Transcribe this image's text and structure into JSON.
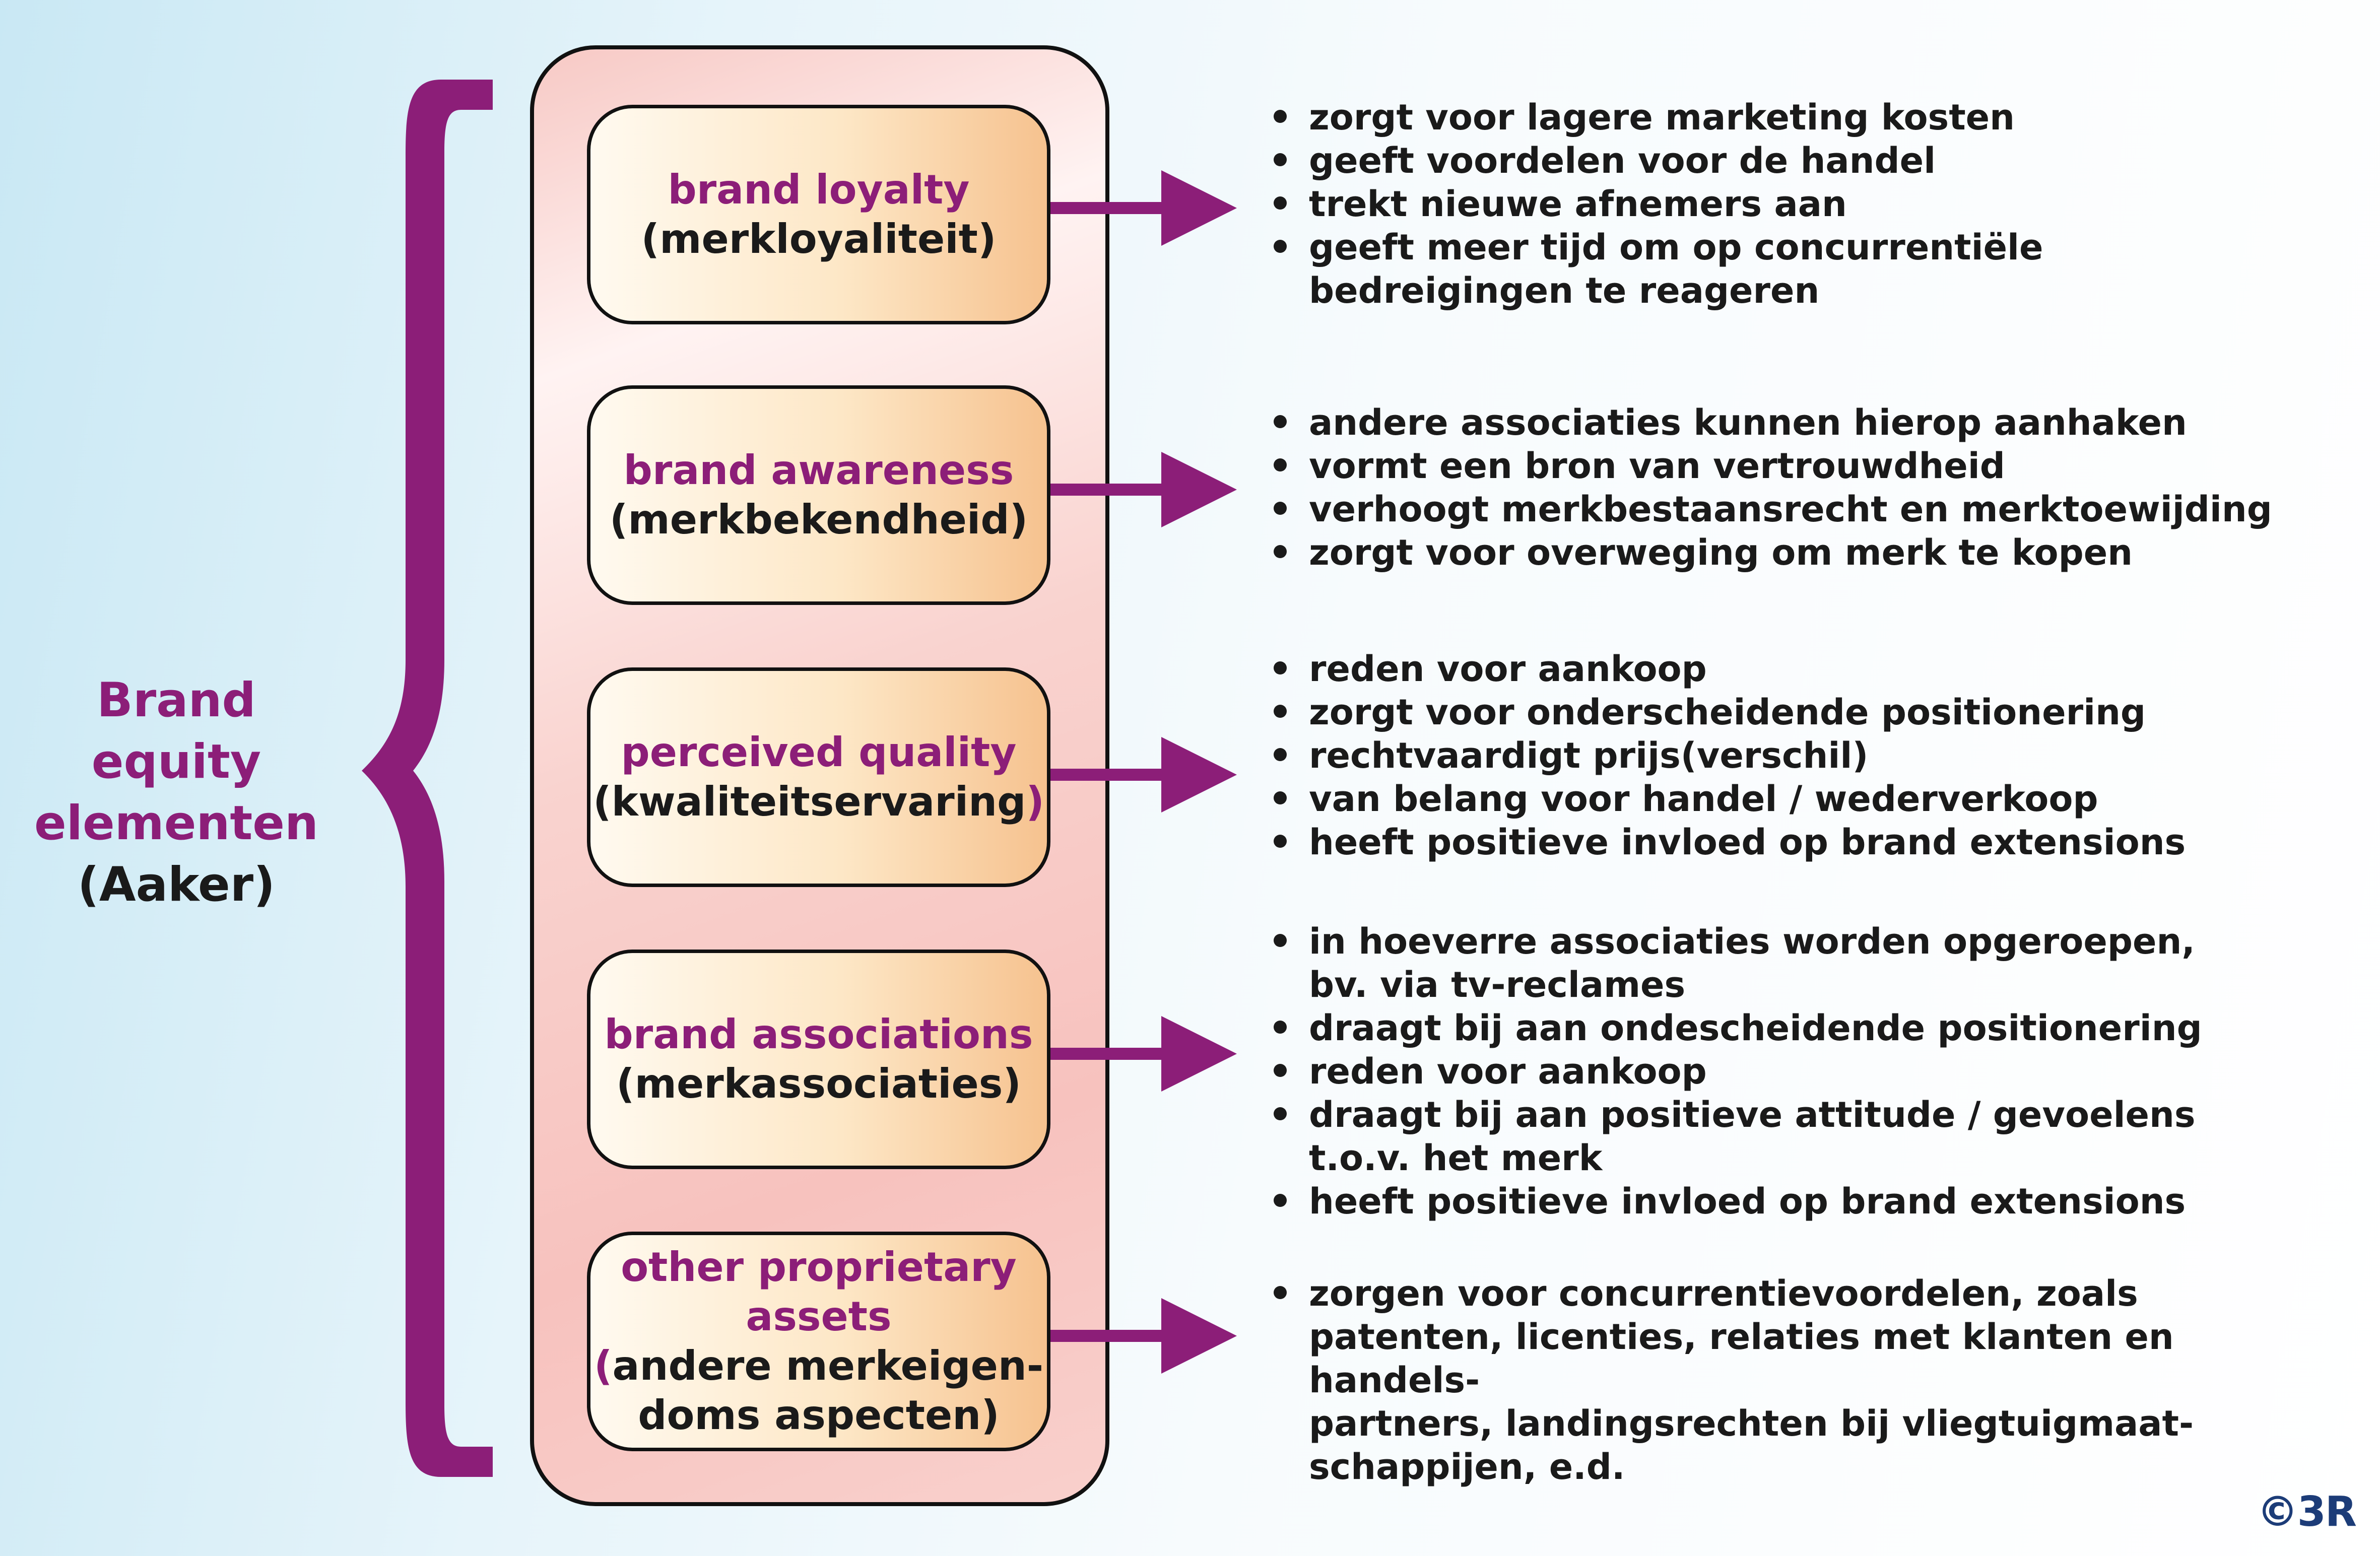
{
  "side_title": {
    "lines": [
      "Brand",
      "equity",
      "elementen"
    ],
    "sub": "(Aaker)"
  },
  "elements": [
    {
      "english": "brand loyalty",
      "dutch": "(merkloyaliteit)",
      "bullets": [
        [
          "zorgt voor lagere marketing kosten"
        ],
        [
          "geeft voordelen voor de handel"
        ],
        [
          "trekt nieuwe afnemers aan"
        ],
        [
          "geeft meer tijd om op concurrentiële",
          "bedreigingen te reageren"
        ]
      ]
    },
    {
      "english": "brand awareness",
      "dutch": "(merkbekendheid)",
      "bullets": [
        [
          "andere associaties kunnen hierop aanhaken"
        ],
        [
          "vormt een bron van vertrouwdheid"
        ],
        [
          "verhoogt merkbestaansrecht en merktoewijding"
        ],
        [
          "zorgt voor overweging om merk te kopen"
        ]
      ]
    },
    {
      "english": "perceived quality",
      "dutch_open": "(",
      "dutch": "kwaliteitservaring",
      "dutch_close": ")",
      "bullets": [
        [
          "reden voor aankoop"
        ],
        [
          "zorgt voor onderscheidende positionering"
        ],
        [
          "rechtvaardigt prijs(verschil)"
        ],
        [
          "van belang voor handel / wederverkoop"
        ],
        [
          "heeft positieve invloed op brand extensions"
        ]
      ]
    },
    {
      "english": "brand associations",
      "dutch": "(merkassociaties)",
      "bullets": [
        [
          "in hoeverre associaties worden opgeroepen,",
          "bv. via tv-reclames"
        ],
        [
          "draagt bij aan ondescheidende positionering"
        ],
        [
          "reden voor aankoop"
        ],
        [
          "draagt bij aan positieve attitude / gevoelens",
          "t.o.v. het merk"
        ],
        [
          "heeft positieve invloed op brand extensions"
        ]
      ]
    },
    {
      "english_lines": [
        "other proprietary",
        "assets"
      ],
      "dutch_open": "(",
      "dutch_lines": [
        "andere merkeigen-",
        "doms aspecten)"
      ],
      "bullets": [
        [
          "zorgen voor concurrentievoordelen, zoals",
          "patenten, licenties, relaties met klanten en handels-",
          "partners, landingsrechten bij vliegtuigmaat-",
          "schappijen, e.d."
        ]
      ]
    }
  ],
  "copyright": "©3R",
  "colors": {
    "accent": "#8c1e78",
    "text": "#1a1a1a",
    "logo": "#1c3c78"
  }
}
